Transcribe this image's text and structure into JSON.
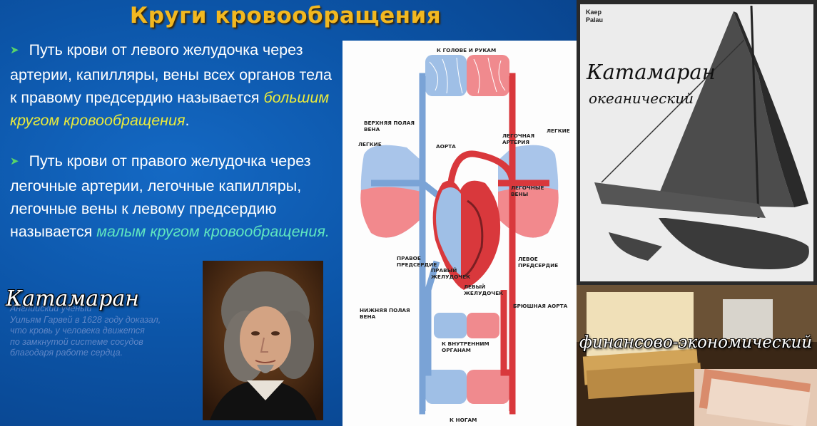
{
  "title": "Круги кровообращения",
  "para1": {
    "text": "Путь крови от левого желудочка через  артерии, капилляры, вены всех органов тела к правому предсердию называется ",
    "highlight": "большим кругом кровообращения",
    "end": "."
  },
  "para2": {
    "text": "Путь крови от правого желудочка через легочные артерии, легочные капилляры, легочные вены к левому предсердию называется ",
    "highlight": "малым кругом кровообращения."
  },
  "caption": "Английский ученый\nУильям Гарвей в 1628 году доказал,\nчто кровь у человека движется\nпо замкнутой системе сосудов\nблагодаря работе сердца.",
  "diagram": {
    "labels": {
      "head": "К ГОЛОВЕ И РУКАМ",
      "svc": "ВЕРХНЯЯ ПОЛАЯ\nВЕНА",
      "aorta": "АОРТА",
      "pulm_artery": "ЛЕГОЧНАЯ\nАРТЕРИЯ",
      "lungs_left": "ЛЕГКИЕ",
      "lungs_right": "ЛЕГКИЕ",
      "pulm_veins": "ЛЕГОЧНЫЕ\nВЕНЫ",
      "right_atrium": "ПРАВОЕ\nПРЕДСЕРДИЕ",
      "left_atrium": "ЛЕВОЕ\nПРЕДСЕРДИЕ",
      "right_ventricle": "ПРАВЫЙ\nЖЕЛУДОЧЕК",
      "left_ventricle": "ЛЕВЫЙ\nЖЕЛУДОЧЕК",
      "ivc": "НИЖНЯЯ ПОЛАЯ\nВЕНА",
      "abdominal_aorta": "БРЮШНАЯ АОРТА",
      "organs": "К ВНУТРЕННИМ\nОРГАНАМ",
      "legs": "К НОГАМ"
    }
  },
  "catamaran1": {
    "caption": "Kaep\nPalau",
    "title": "Катамаран",
    "subtitle": "океанический"
  },
  "catamaran2": {
    "title": "Катамаран",
    "subtitle": "финансово-экономический"
  },
  "colors": {
    "background": "#0c55a8",
    "title": "#f2b820",
    "highlight_yellow": "#e9ea3c",
    "highlight_green": "#5fe6c0",
    "artery": "#d9383c",
    "vein": "#7aa3d6"
  }
}
